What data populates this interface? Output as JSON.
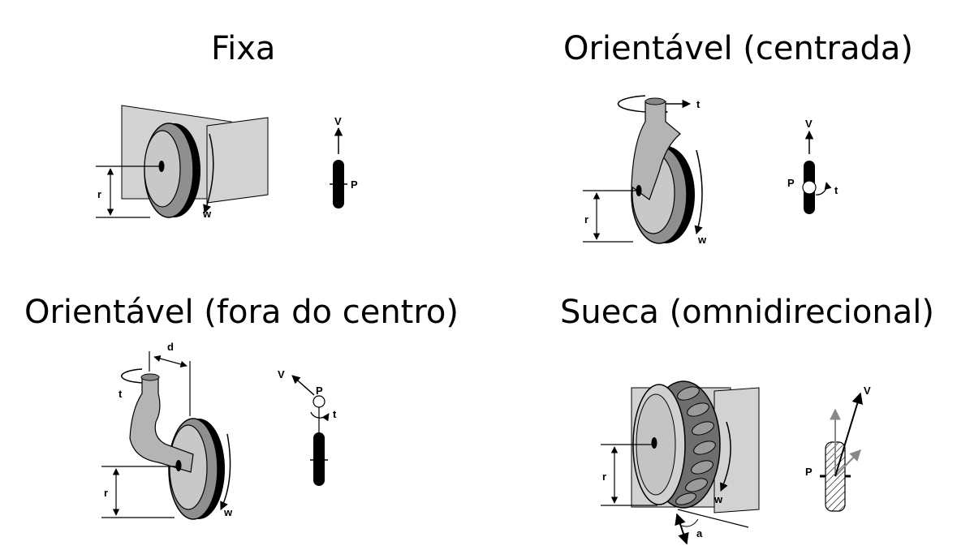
{
  "panels": {
    "fixed": {
      "title": "Fixa",
      "labels": {
        "r": "r",
        "w": "w",
        "v": "V",
        "p": "P"
      }
    },
    "centered": {
      "title": "Orientável (centrada)",
      "labels": {
        "r": "r",
        "w": "w",
        "v": "V",
        "p": "P",
        "t_top": "t",
        "t_side": "t"
      }
    },
    "offcenter": {
      "title": "Orientável (fora do centro)",
      "labels": {
        "r": "r",
        "w": "w",
        "v": "V",
        "p": "P",
        "t_top": "t",
        "t_side": "t",
        "d": "d"
      }
    },
    "swedish": {
      "title": "Sueca (omnidirecional)",
      "labels": {
        "r": "r",
        "w": "w",
        "v": "V",
        "p": "P",
        "a": "a"
      }
    }
  },
  "colors": {
    "wheel_body": "#8f8f8f",
    "wheel_face": "#c8c8c8",
    "plate": "#d2d2d2",
    "dark": "#000000"
  }
}
